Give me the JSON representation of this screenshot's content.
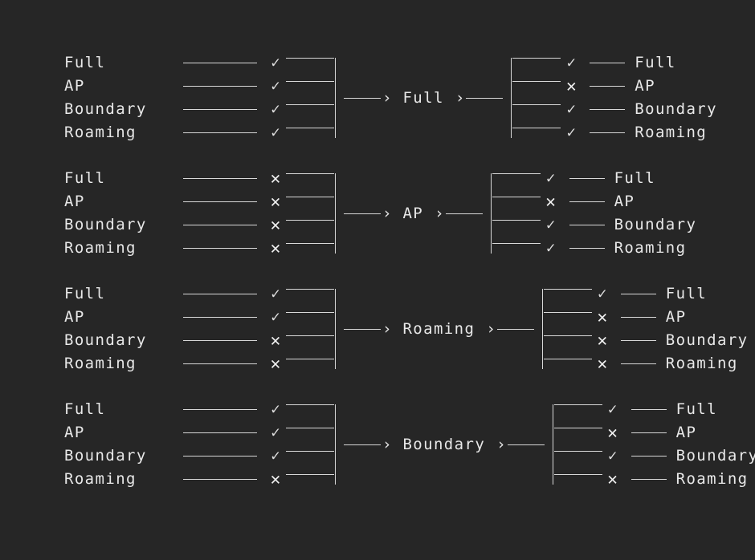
{
  "theme": {
    "background": "#262626",
    "stroke": "#d8d8d8",
    "text": "#e8e8e8",
    "mark_ok_color": "#dedede",
    "mark_no_color": "#f2f2f2"
  },
  "glyphs": {
    "check": "✓",
    "cross": "✕",
    "chevron": "›"
  },
  "states": [
    "Full",
    "AP",
    "Boundary",
    "Roaming"
  ],
  "diagram": {
    "type": "state-transition-matrix",
    "groups": [
      {
        "transition": "Full",
        "inputs": [
          {
            "state": "Full",
            "mark": "✓",
            "value": true
          },
          {
            "state": "AP",
            "mark": "✓",
            "value": true
          },
          {
            "state": "Boundary",
            "mark": "✓",
            "value": true
          },
          {
            "state": "Roaming",
            "mark": "✓",
            "value": true
          }
        ],
        "outputs": [
          {
            "state": "Full",
            "mark": "✓",
            "value": true
          },
          {
            "state": "AP",
            "mark": "✕",
            "value": false
          },
          {
            "state": "Boundary",
            "mark": "✓",
            "value": true
          },
          {
            "state": "Roaming",
            "mark": "✓",
            "value": true
          }
        ]
      },
      {
        "transition": "AP",
        "inputs": [
          {
            "state": "Full",
            "mark": "✕",
            "value": false
          },
          {
            "state": "AP",
            "mark": "✕",
            "value": false
          },
          {
            "state": "Boundary",
            "mark": "✕",
            "value": false
          },
          {
            "state": "Roaming",
            "mark": "✕",
            "value": false
          }
        ],
        "outputs": [
          {
            "state": "Full",
            "mark": "✓",
            "value": true
          },
          {
            "state": "AP",
            "mark": "✕",
            "value": false
          },
          {
            "state": "Boundary",
            "mark": "✓",
            "value": true
          },
          {
            "state": "Roaming",
            "mark": "✓",
            "value": true
          }
        ]
      },
      {
        "transition": "Roaming",
        "inputs": [
          {
            "state": "Full",
            "mark": "✓",
            "value": true
          },
          {
            "state": "AP",
            "mark": "✓",
            "value": true
          },
          {
            "state": "Boundary",
            "mark": "✕",
            "value": false
          },
          {
            "state": "Roaming",
            "mark": "✕",
            "value": false
          }
        ],
        "outputs": [
          {
            "state": "Full",
            "mark": "✓",
            "value": true
          },
          {
            "state": "AP",
            "mark": "✕",
            "value": false
          },
          {
            "state": "Boundary",
            "mark": "✕",
            "value": false
          },
          {
            "state": "Roaming",
            "mark": "✕",
            "value": false
          }
        ]
      },
      {
        "transition": "Boundary",
        "inputs": [
          {
            "state": "Full",
            "mark": "✓",
            "value": true
          },
          {
            "state": "AP",
            "mark": "✓",
            "value": true
          },
          {
            "state": "Boundary",
            "mark": "✓",
            "value": true
          },
          {
            "state": "Roaming",
            "mark": "✕",
            "value": false
          }
        ],
        "outputs": [
          {
            "state": "Full",
            "mark": "✓",
            "value": true
          },
          {
            "state": "AP",
            "mark": "✕",
            "value": false
          },
          {
            "state": "Boundary",
            "mark": "✓",
            "value": true
          },
          {
            "state": "Roaming",
            "mark": "✕",
            "value": false
          }
        ]
      }
    ]
  }
}
